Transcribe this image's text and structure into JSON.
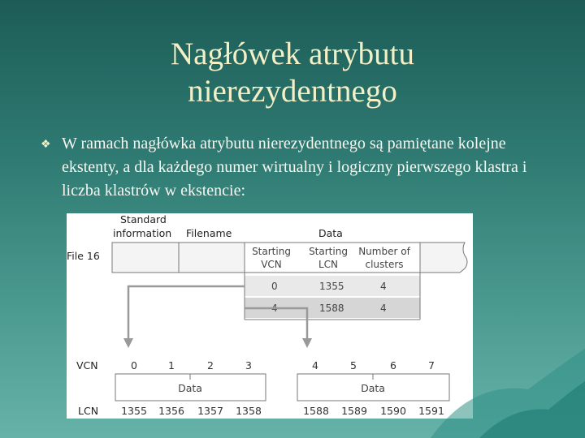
{
  "slide": {
    "title_line1": "Nagłówek atrybutu",
    "title_line2": "nierezydentnego",
    "bullet_text": "W ramach nagłówka atrybutu nierezydentnego są pamiętane kolejne ekstenty, a dla każdego numer wirtualny i logiczny pierwszego klastra i liczba klastrów w ekstencie:"
  },
  "figure": {
    "header_standard": "Standard",
    "header_information": "information",
    "header_filename": "Filename",
    "header_data": "Data",
    "file_label": "File 16",
    "col_starting_vcn_1": "Starting",
    "col_starting_vcn_2": "VCN",
    "col_starting_lcn_1": "Starting",
    "col_starting_lcn_2": "LCN",
    "col_number_1": "Number of",
    "col_number_2": "clusters",
    "runs": [
      {
        "vcn": "0",
        "lcn": "1355",
        "count": "4"
      },
      {
        "vcn": "4",
        "lcn": "1588",
        "count": "4"
      }
    ],
    "vcn_label": "VCN",
    "lcn_label": "LCN",
    "vcn_numbers": [
      "0",
      "1",
      "2",
      "3",
      "4",
      "5",
      "6",
      "7"
    ],
    "lcn_numbers": [
      "1355",
      "1356",
      "1357",
      "1358",
      "1588",
      "1589",
      "1590",
      "1591"
    ],
    "data_label_1": "Data",
    "data_label_2": "Data"
  },
  "colors": {
    "background_top": "#1d5c57",
    "background_bottom": "#66b2a8",
    "title": "#f3f0c8",
    "text": "#f7f7f2",
    "table_header": "#ffffff",
    "table_row_1": "#e9e9e9",
    "table_row_2": "#d6d6d6"
  }
}
